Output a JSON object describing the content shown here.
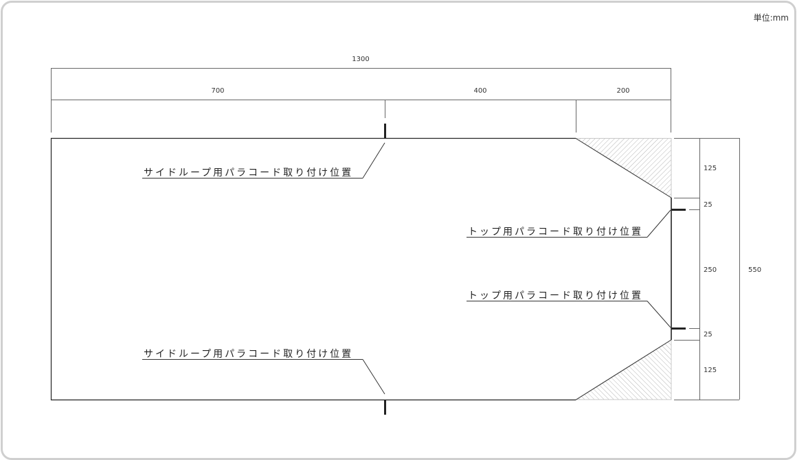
{
  "unit_label": "単位:mm",
  "dimensions": {
    "top_total": "1300",
    "top_segments": [
      "700",
      "400",
      "200"
    ],
    "right_segments": [
      "125",
      "25",
      "250",
      "25",
      "125"
    ],
    "right_total": "550"
  },
  "callouts": {
    "side_loop_top": "サイドループ用パラコード取り付け位置",
    "side_loop_bottom": "サイドループ用パラコード取り付け位置",
    "top_upper": "トップ用パラコード取り付け位置",
    "top_lower": "トップ用パラコード取り付け位置"
  },
  "colors": {
    "outline": "#222222",
    "dimension_line": "#666666",
    "hatch": "#bbbbbb",
    "frame_border": "#cfcfcf"
  }
}
